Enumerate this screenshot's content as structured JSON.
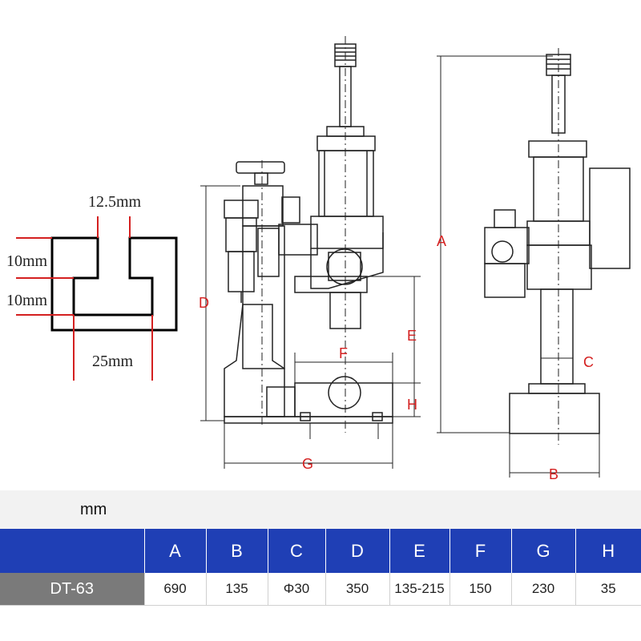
{
  "slot_diagram": {
    "top_width": "12.5mm",
    "upper_height": "10mm",
    "lower_height": "10mm",
    "bottom_width": "25mm"
  },
  "machine_labels": {
    "A": "A",
    "B": "B",
    "C": "C",
    "D": "D",
    "E": "E",
    "F": "F",
    "G": "G",
    "H": "H"
  },
  "table": {
    "unit": "mm",
    "headers": [
      "A",
      "B",
      "C",
      "D",
      "E",
      "F",
      "G",
      "H"
    ],
    "model": "DT-63",
    "values": [
      "690",
      "135",
      "Φ30",
      "350",
      "135-215",
      "150",
      "230",
      "35"
    ]
  },
  "colors": {
    "header_bg": "#1f3fb5",
    "model_bg": "#7a7a7a",
    "dimension_red": "#d42020"
  }
}
